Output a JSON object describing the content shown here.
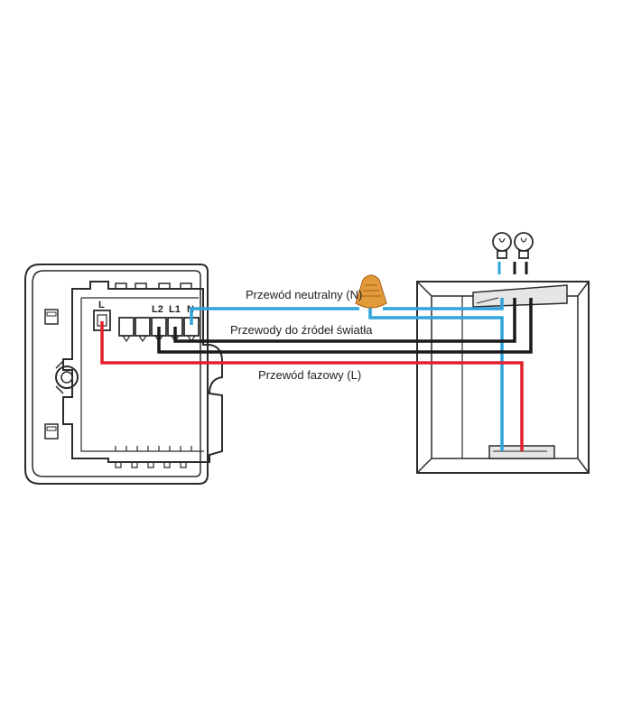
{
  "terminals": {
    "l": "L",
    "l2": "L2",
    "l1": "L1",
    "n": "N"
  },
  "labels": {
    "neutral": "Przewód neutralny (N)",
    "lights": "Przewody do źródeł światła",
    "phase": "Przewód fazowy (L)"
  },
  "colors": {
    "neutral_wire": "#2ea3dc",
    "phase_wire": "#e0202c",
    "load_wire": "#1a1a1a",
    "connector": "#e39a3b",
    "outline": "#2b2b2b"
  },
  "icons": [
    "bulb-icon",
    "bulb-icon",
    "wire-nut-icon"
  ]
}
